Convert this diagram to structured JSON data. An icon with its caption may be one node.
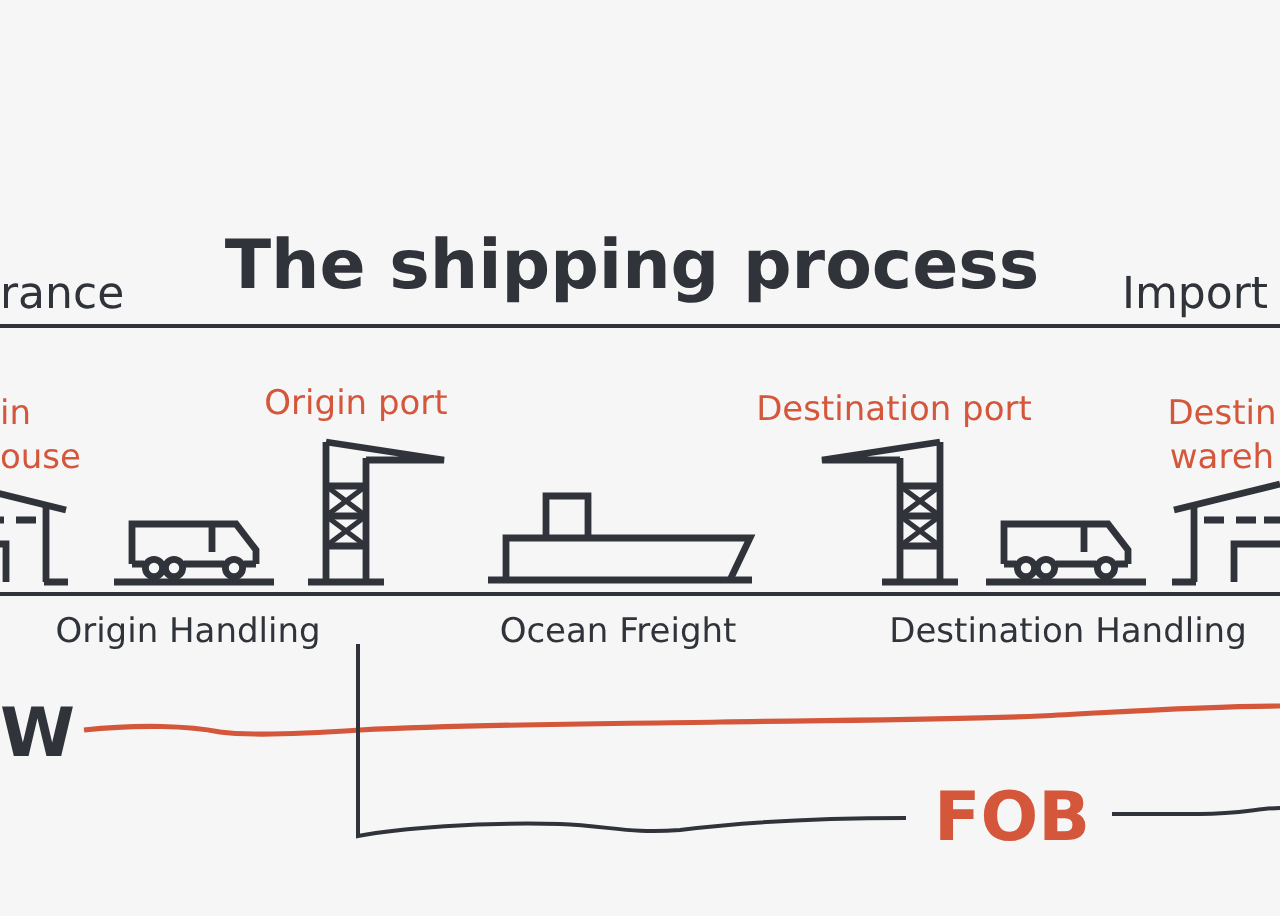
{
  "diagram": {
    "title": "The shipping process",
    "labels": [
      "rance",
      "Import",
      "in ouse",
      "Origin port",
      "Destination port",
      "Destin wareh",
      "Origin Handling",
      "Ocean Freight",
      "Destination Handling",
      "W",
      "FOB"
    ]
  }
}
